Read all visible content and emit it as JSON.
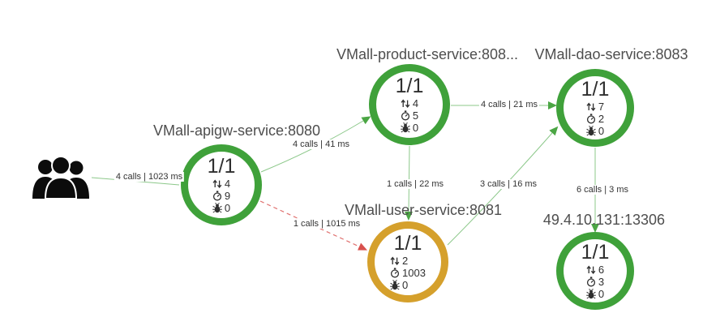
{
  "diagram": {
    "type": "service-topology",
    "background": "#ffffff"
  },
  "colors": {
    "healthy_ring": "#3fa13a",
    "warning_ring": "#d5a02c",
    "edge_normal": "#8cc88a",
    "edge_error": "#e0706e",
    "arrow_normal": "#4ba644",
    "arrow_error": "#d8504d",
    "text_primary": "#2f2f2f",
    "text_title": "#4e4e4e"
  },
  "stat_icons": {
    "calls": "throughput-arrows-icon",
    "latency": "stopwatch-icon",
    "errors": "bug-icon"
  },
  "entry": {
    "icon": "users-icon"
  },
  "nodes": [
    {
      "id": "apigw",
      "title": "VMall-apigw-service:8080",
      "instances": "1/1",
      "calls": "4",
      "latency": "9",
      "errors": "0",
      "health": "healthy"
    },
    {
      "id": "product",
      "title": "VMall-product-service:808...",
      "instances": "1/1",
      "calls": "4",
      "latency": "5",
      "errors": "0",
      "health": "healthy"
    },
    {
      "id": "dao",
      "title": "VMall-dao-service:8083",
      "instances": "1/1",
      "calls": "7",
      "latency": "2",
      "errors": "0",
      "health": "healthy"
    },
    {
      "id": "user",
      "title": "VMall-user-service:8081",
      "instances": "1/1",
      "calls": "2",
      "latency": "1003",
      "errors": "0",
      "health": "warning"
    },
    {
      "id": "db",
      "title": "49.4.10.131:13306",
      "instances": "1/1",
      "calls": "6",
      "latency": "3",
      "errors": "0",
      "health": "healthy"
    }
  ],
  "edges": [
    {
      "from": "users",
      "to": "apigw",
      "label": "4 calls | 1023 ms",
      "status": "normal"
    },
    {
      "from": "apigw",
      "to": "product",
      "label": "4 calls | 41 ms",
      "status": "normal"
    },
    {
      "from": "apigw",
      "to": "user",
      "label": "1 calls | 1015 ms",
      "status": "error"
    },
    {
      "from": "product",
      "to": "dao",
      "label": "4 calls | 21 ms",
      "status": "normal"
    },
    {
      "from": "product",
      "to": "user",
      "label": "1 calls | 22 ms",
      "status": "normal"
    },
    {
      "from": "user",
      "to": "dao",
      "label": "3 calls | 16 ms",
      "status": "normal"
    },
    {
      "from": "dao",
      "to": "db",
      "label": "6 calls | 3 ms",
      "status": "normal"
    }
  ]
}
